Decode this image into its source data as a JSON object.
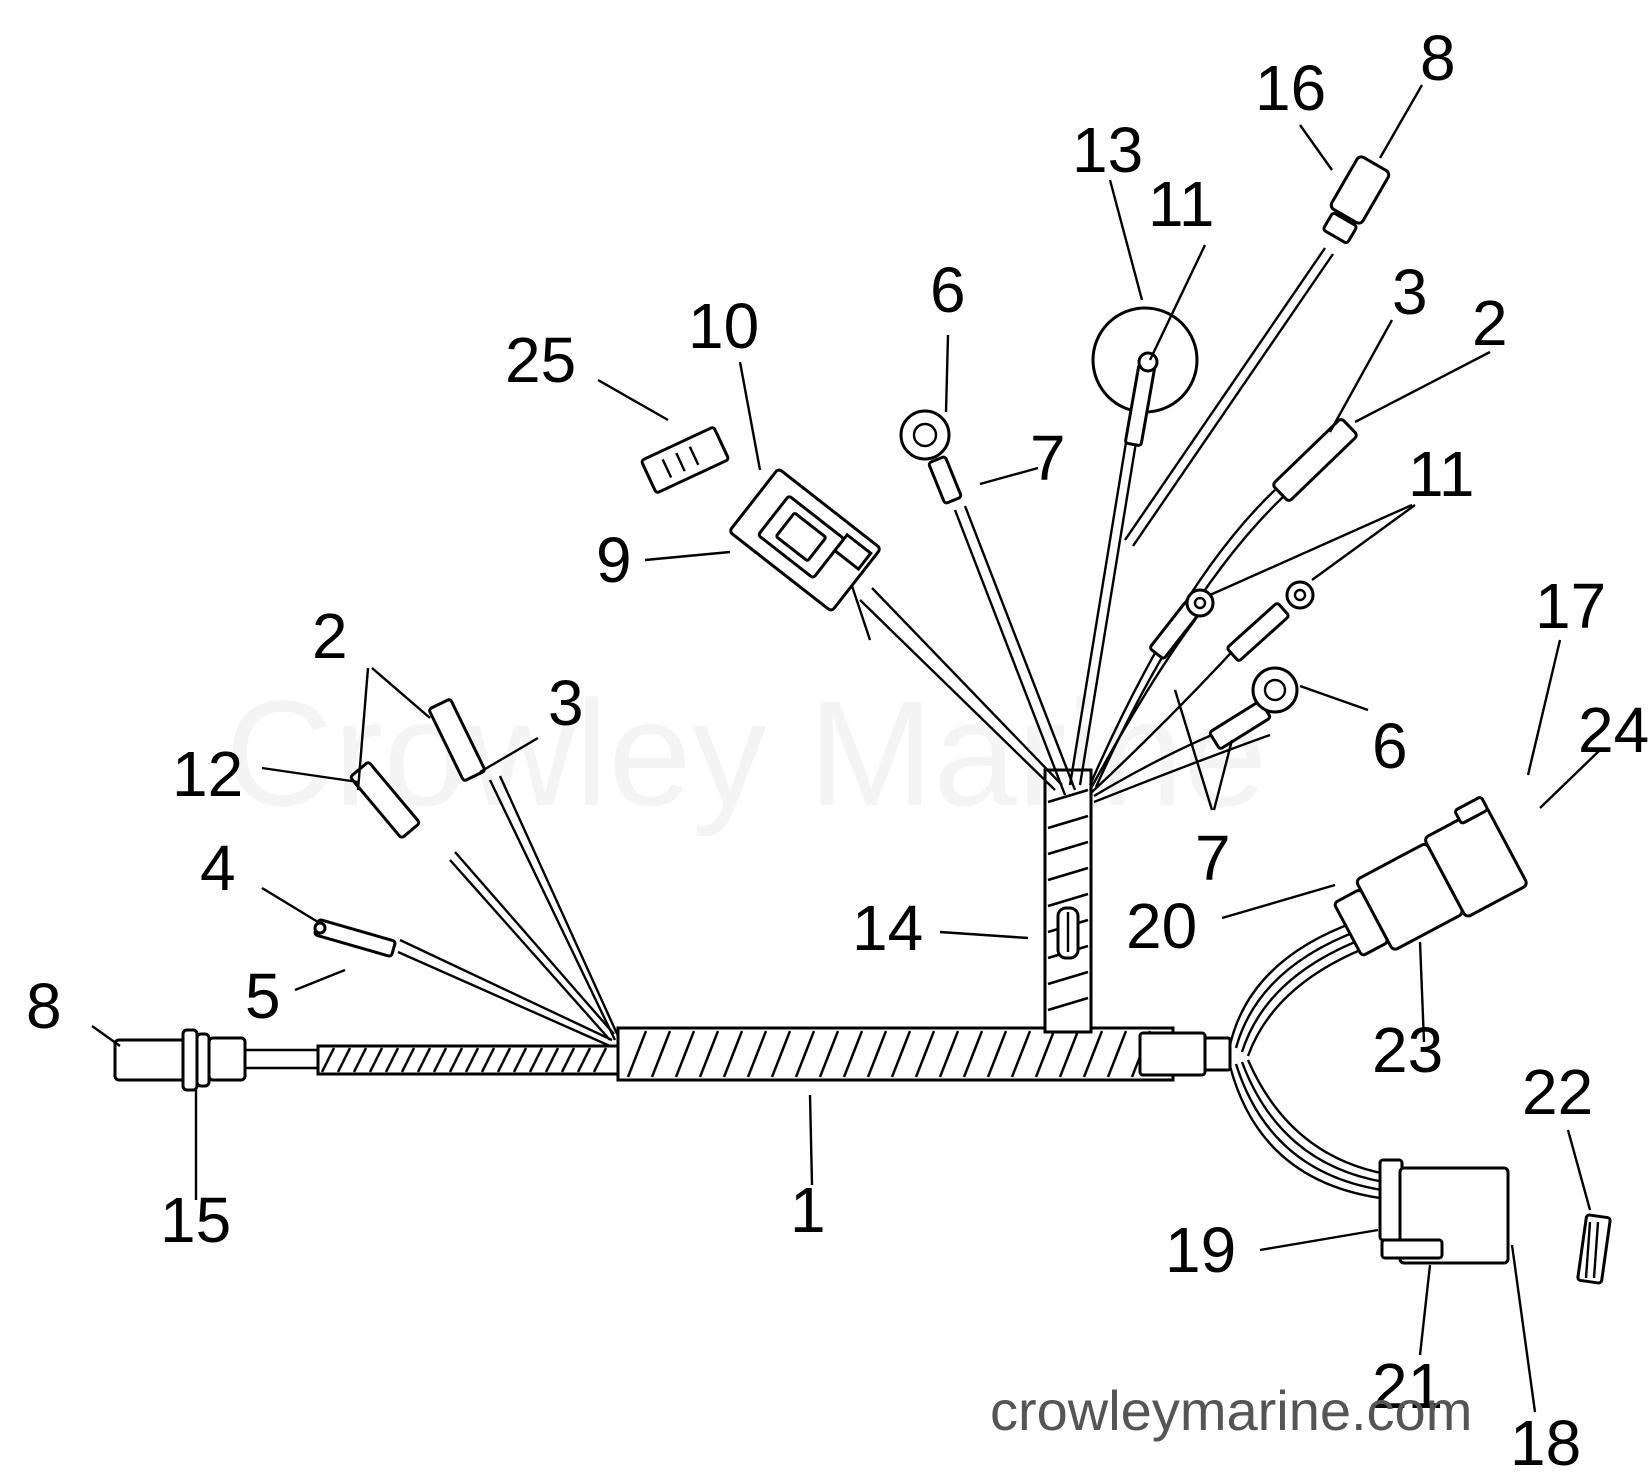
{
  "diagram": {
    "callouts": [
      {
        "id": "c1",
        "text": "1"
      },
      {
        "id": "c2a",
        "text": "2"
      },
      {
        "id": "c2b",
        "text": "2"
      },
      {
        "id": "c3a",
        "text": "3"
      },
      {
        "id": "c3b",
        "text": "3"
      },
      {
        "id": "c4",
        "text": "4"
      },
      {
        "id": "c5",
        "text": "5"
      },
      {
        "id": "c6a",
        "text": "6"
      },
      {
        "id": "c6b",
        "text": "6"
      },
      {
        "id": "c7a",
        "text": "7"
      },
      {
        "id": "c7b",
        "text": "7"
      },
      {
        "id": "c8a",
        "text": "8"
      },
      {
        "id": "c8b",
        "text": "8"
      },
      {
        "id": "c9",
        "text": "9"
      },
      {
        "id": "c10",
        "text": "10"
      },
      {
        "id": "c11a",
        "text": "11"
      },
      {
        "id": "c11b",
        "text": "11"
      },
      {
        "id": "c12",
        "text": "12"
      },
      {
        "id": "c13",
        "text": "13"
      },
      {
        "id": "c14",
        "text": "14"
      },
      {
        "id": "c15",
        "text": "15"
      },
      {
        "id": "c16",
        "text": "16"
      },
      {
        "id": "c17",
        "text": "17"
      },
      {
        "id": "c18",
        "text": "18"
      },
      {
        "id": "c19",
        "text": "19"
      },
      {
        "id": "c20",
        "text": "20"
      },
      {
        "id": "c21",
        "text": "21"
      },
      {
        "id": "c22",
        "text": "22"
      },
      {
        "id": "c23",
        "text": "23"
      },
      {
        "id": "c24",
        "text": "24"
      },
      {
        "id": "c25",
        "text": "25"
      }
    ],
    "watermark_center": "Crowley Marine",
    "watermark_url": "crowleymarine.com"
  }
}
